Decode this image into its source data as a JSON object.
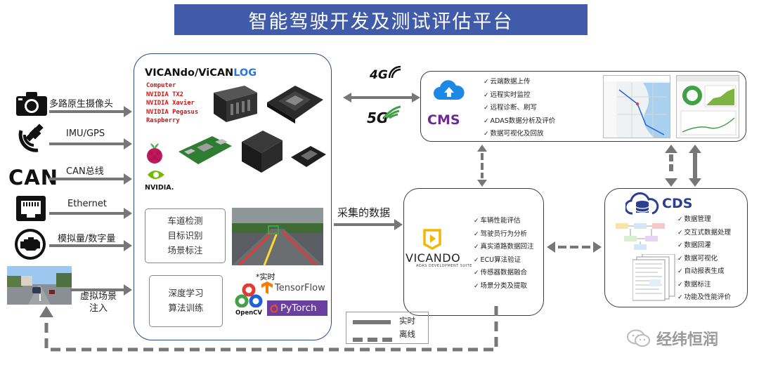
{
  "title": "智能驾驶开发及测试评估平台",
  "inputs": [
    {
      "label": "多路原生摄像头",
      "icon": "camera-icon"
    },
    {
      "label": "IMU/GPS",
      "icon": "satellite-icon"
    },
    {
      "label": "CAN总线",
      "icon": "can-logo"
    },
    {
      "label": "Ethernet",
      "icon": "ethernet-port-icon"
    },
    {
      "label": "模拟量/数字量",
      "icon": "engine-icon"
    },
    {
      "label": "虚拟场景\n注入",
      "icon": "virtual-scene-thumbnail"
    }
  ],
  "hardware": {
    "title_part1": "VICANdo/ViCAN",
    "title_part2": "LOG",
    "computers": [
      "Computer",
      "NVIDIA TX2",
      "NVIDIA Xavier",
      "NVIDIA Pegasus",
      "Raspberry"
    ],
    "nvidia_label": "NVIDIA."
  },
  "perception_box": [
    "车道检测",
    "目标识别",
    "场景标注"
  ],
  "learning_box": [
    "深度学习",
    "算法训练"
  ],
  "realtime_note": "*实时",
  "frameworks": {
    "tensorflow": "TensorFlow",
    "opencv": "OpenCV",
    "pytorch": "PyTorch"
  },
  "network": {
    "g4": "4G",
    "g5": "5G"
  },
  "collected_label": "采集的数据",
  "cms": {
    "name": "CMS",
    "items": [
      "云端数据上传",
      "远程实时监控",
      "远程诊断、刷写",
      "ADAS数据分析及评价",
      "数据可视化及回放"
    ]
  },
  "vicando": {
    "name": "VICANDO",
    "subtitle": "ADAS DEVELOPMENT SUITE",
    "items": [
      "车辆性能评估",
      "驾驶员行为分析",
      "真实道路数据回注",
      "ECU算法验证",
      "传感器数据融合",
      "场景分类及提取"
    ]
  },
  "cds": {
    "name": "CDS",
    "items": [
      "数据管理",
      "交互式数据处理",
      "数据回灌",
      "数据可视化",
      "自动报表生成",
      "数据标注",
      "功能及性能评价"
    ]
  },
  "legend": {
    "realtime": "实时",
    "offline": "离线"
  },
  "watermark": "经纬恒润",
  "colors": {
    "title_bg": "#3f5ba9",
    "cms_text": "#6a2c91",
    "cds_text": "#2a3f8f",
    "log_blue": "#2f75d6",
    "red": "#d41414",
    "arrow": "#777777"
  }
}
